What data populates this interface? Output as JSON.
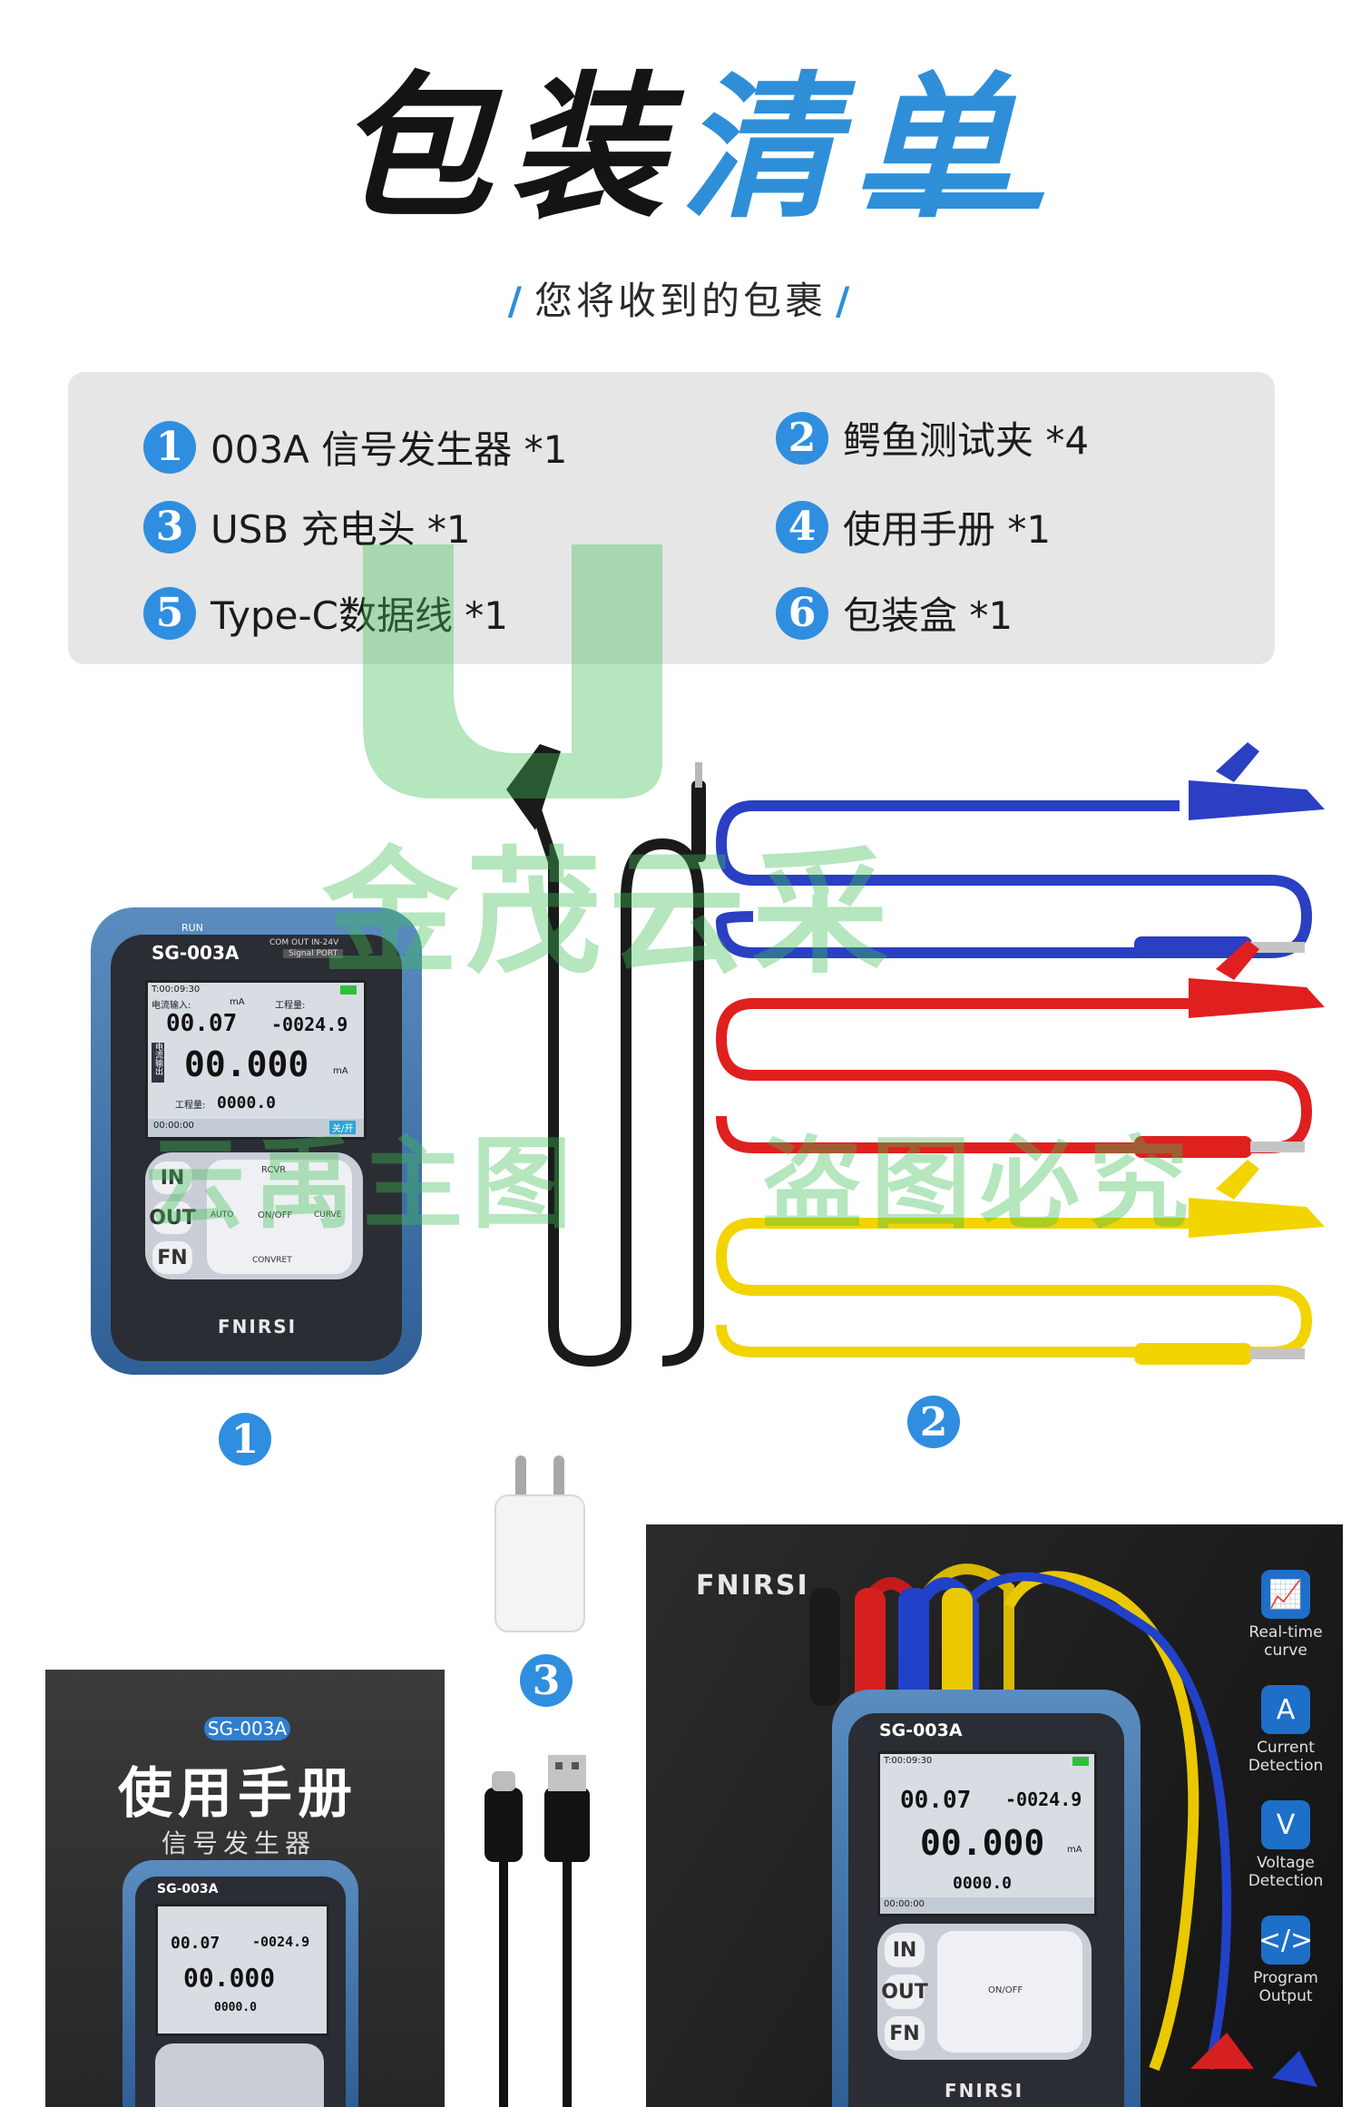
{
  "header": {
    "title_part1": "包装",
    "title_part2": "清单",
    "subtitle": "您将收到的包裹"
  },
  "contents": [
    {
      "num": "1",
      "label": "003A 信号发生器 *1"
    },
    {
      "num": "2",
      "label": "鳄鱼测试夹 *4"
    },
    {
      "num": "3",
      "label": "USB 充电头 *1"
    },
    {
      "num": "4",
      "label": "使用手册 *1"
    },
    {
      "num": "5",
      "label": "Type-C数据线 *1"
    },
    {
      "num": "6",
      "label": "包装盒 *1"
    }
  ],
  "watermark": {
    "line1": "金茂云采",
    "line2a": "云禹主图",
    "line2b": "盗图必究"
  },
  "device": {
    "model": "SG-003A",
    "run": "RUN",
    "ports": "COM  OUT  IN-24V",
    "signal_port": "Signal PORT",
    "time": "T:00:09:30",
    "input_label": "电流输入:",
    "unit_ma": "mA",
    "range_label": "工程量:",
    "value_small": "00.07",
    "value_range": "-0024.9",
    "value_big": "00.000",
    "side_label": "电流输出",
    "range_label2": "工程量:",
    "value_range2": "0000.0",
    "status_time": "00:00:00",
    "status_off": "关/开",
    "keys": {
      "in": "IN",
      "out": "OUT",
      "fn": "FN",
      "up": "RCVR",
      "auto": "AUTO",
      "onoff": "ON/OFF",
      "curve": "CURVE",
      "convert": "CONVRET"
    },
    "brand": "FNIRSI"
  },
  "callouts": {
    "c1": "1",
    "c2": "2",
    "c3": "3"
  },
  "manual": {
    "badge": "SG-003A",
    "title": "使用手册",
    "subtitle": "信号发生器",
    "device_model": "SG-003A"
  },
  "box": {
    "brand": "FNIRSI",
    "device_model": "SG-003A",
    "features": [
      {
        "icon": "📈",
        "label": "Real-time curve"
      },
      {
        "icon": "A",
        "label": "Current Detection"
      },
      {
        "icon": "V",
        "label": "Voltage Detection"
      },
      {
        "icon": "</>",
        "label": "Program Output"
      }
    ]
  },
  "colors": {
    "accent_blue": "#2e8fd8",
    "lead_blue": "#2a3fc2",
    "lead_red": "#e01f1f",
    "lead_yellow": "#f2d400",
    "lead_black": "#1a1a1a"
  }
}
